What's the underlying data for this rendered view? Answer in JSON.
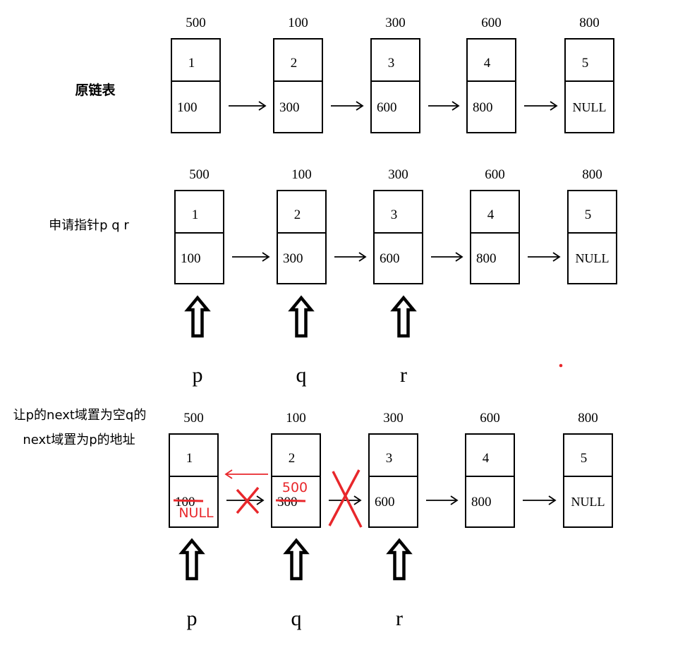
{
  "rows": [
    {
      "label": [
        "原链表"
      ],
      "label_bold": true,
      "nodes": [
        {
          "addr": "500",
          "data": "1",
          "next": "100"
        },
        {
          "addr": "100",
          "data": "2",
          "next": "300"
        },
        {
          "addr": "300",
          "data": "3",
          "next": "600"
        },
        {
          "addr": "600",
          "data": "4",
          "next": "800"
        },
        {
          "addr": "800",
          "data": "5",
          "next": "NULL"
        }
      ],
      "pointers": []
    },
    {
      "label": [
        "申请指针p q r"
      ],
      "label_bold": false,
      "nodes": [
        {
          "addr": "500",
          "data": "1",
          "next": "100"
        },
        {
          "addr": "100",
          "data": "2",
          "next": "300"
        },
        {
          "addr": "300",
          "data": "3",
          "next": "600"
        },
        {
          "addr": "600",
          "data": "4",
          "next": "800"
        },
        {
          "addr": "800",
          "data": "5",
          "next": "NULL"
        }
      ],
      "pointers": [
        "p",
        "q",
        "r"
      ]
    },
    {
      "label": [
        "让p的next域置为空q的",
        "next域置为p的地址"
      ],
      "label_bold": false,
      "nodes": [
        {
          "addr": "500",
          "data": "1",
          "next": "100",
          "new_next": "NULL",
          "struck": true
        },
        {
          "addr": "100",
          "data": "2",
          "next": "300",
          "new_next": "500",
          "struck": true
        },
        {
          "addr": "300",
          "data": "3",
          "next": "600"
        },
        {
          "addr": "600",
          "data": "4",
          "next": "800"
        },
        {
          "addr": "800",
          "data": "5",
          "next": "NULL"
        }
      ],
      "pointers": [
        "p",
        "q",
        "r"
      ]
    }
  ],
  "colors": {
    "ink": "#000000",
    "edit": "#e8272b"
  }
}
